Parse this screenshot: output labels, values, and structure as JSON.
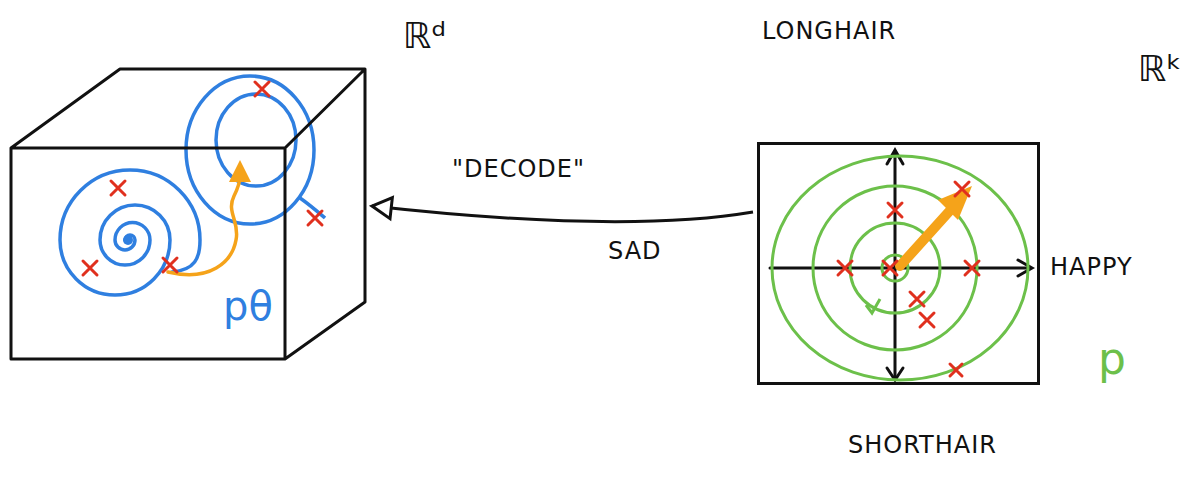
{
  "diagram": {
    "nodes": [
      {
        "text": [
          "ℝᵈ",
          "pθ"
        ]
      },
      {
        "text": [
          "ℝᵏ",
          "p"
        ]
      }
    ],
    "edges": [
      {
        "from": 1,
        "to": 0,
        "arrow": "to",
        "label": "\"DECODE\""
      }
    ],
    "labels": [
      "LONGHAIR",
      "SAD",
      "HAPPY",
      "SHORTHAIR"
    ]
  }
}
